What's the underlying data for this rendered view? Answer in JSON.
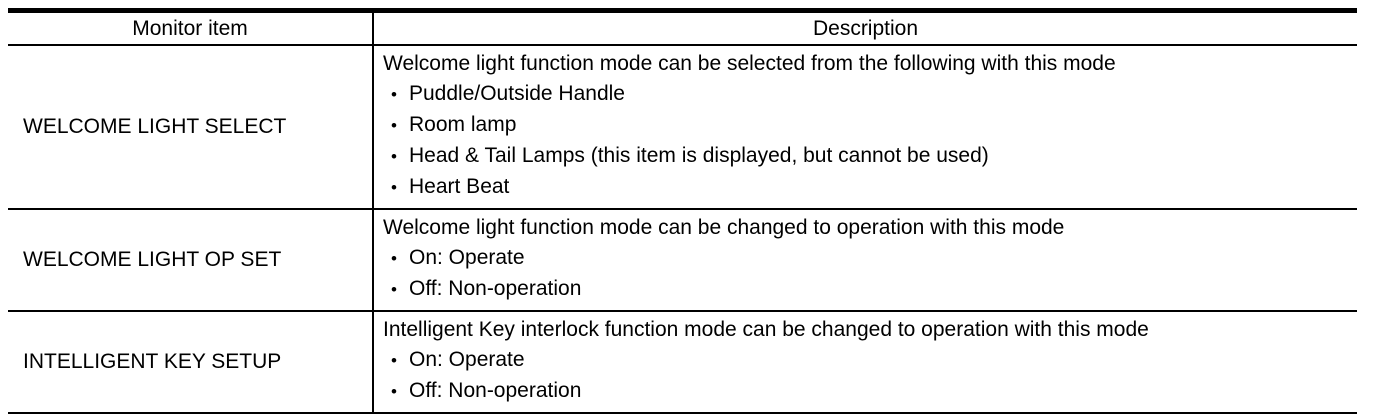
{
  "glyphs": {
    "bullet": "•"
  },
  "colors": {
    "border": "#000000",
    "text": "#000000",
    "background": "#ffffff"
  },
  "table": {
    "headers": [
      "Monitor item",
      "Description"
    ],
    "rows": [
      {
        "item": "WELCOME LIGHT SELECT",
        "description": "Welcome light function mode can be selected from the following with this mode",
        "bullets": [
          "Puddle/Outside Handle",
          "Room lamp",
          "Head & Tail Lamps (this item is displayed, but cannot be used)",
          "Heart Beat"
        ]
      },
      {
        "item": "WELCOME LIGHT OP SET",
        "description": "Welcome light function mode can be changed to operation with this mode",
        "bullets": [
          "On: Operate",
          "Off: Non-operation"
        ]
      },
      {
        "item": "INTELLIGENT KEY SETUP",
        "description": "Intelligent Key interlock function mode can be changed to operation with this mode",
        "bullets": [
          "On: Operate",
          "Off: Non-operation"
        ]
      }
    ]
  }
}
